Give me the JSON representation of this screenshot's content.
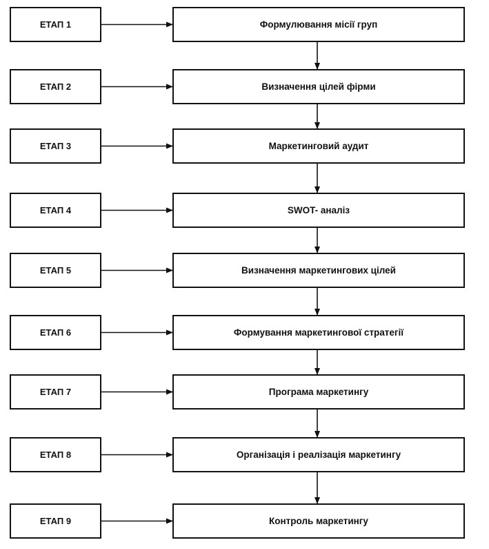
{
  "stages": [
    {
      "stage": "ЕТАП 1",
      "step": "Формулювання місії груп"
    },
    {
      "stage": "ЕТАП 2",
      "step": "Визначення цілей фірми"
    },
    {
      "stage": "ЕТАП 3",
      "step": "Маркетинговий аудит"
    },
    {
      "stage": "ЕТАП 4",
      "step": "SWOT- аналіз"
    },
    {
      "stage": "ЕТАП 5",
      "step": "Визначення маркетингових цілей"
    },
    {
      "stage": "ЕТАП 6",
      "step": "Формування маркетингової стратегії"
    },
    {
      "stage": "ЕТАП 7",
      "step": "Програма маркетингу"
    },
    {
      "stage": "ЕТАП 8",
      "step": "Організація і реалізація маркетингу"
    },
    {
      "stage": "ЕТАП 9",
      "step": "Контроль маркетингу"
    }
  ],
  "colors": {
    "line": "#111111",
    "box_border": "#111111",
    "background": "#ffffff"
  }
}
